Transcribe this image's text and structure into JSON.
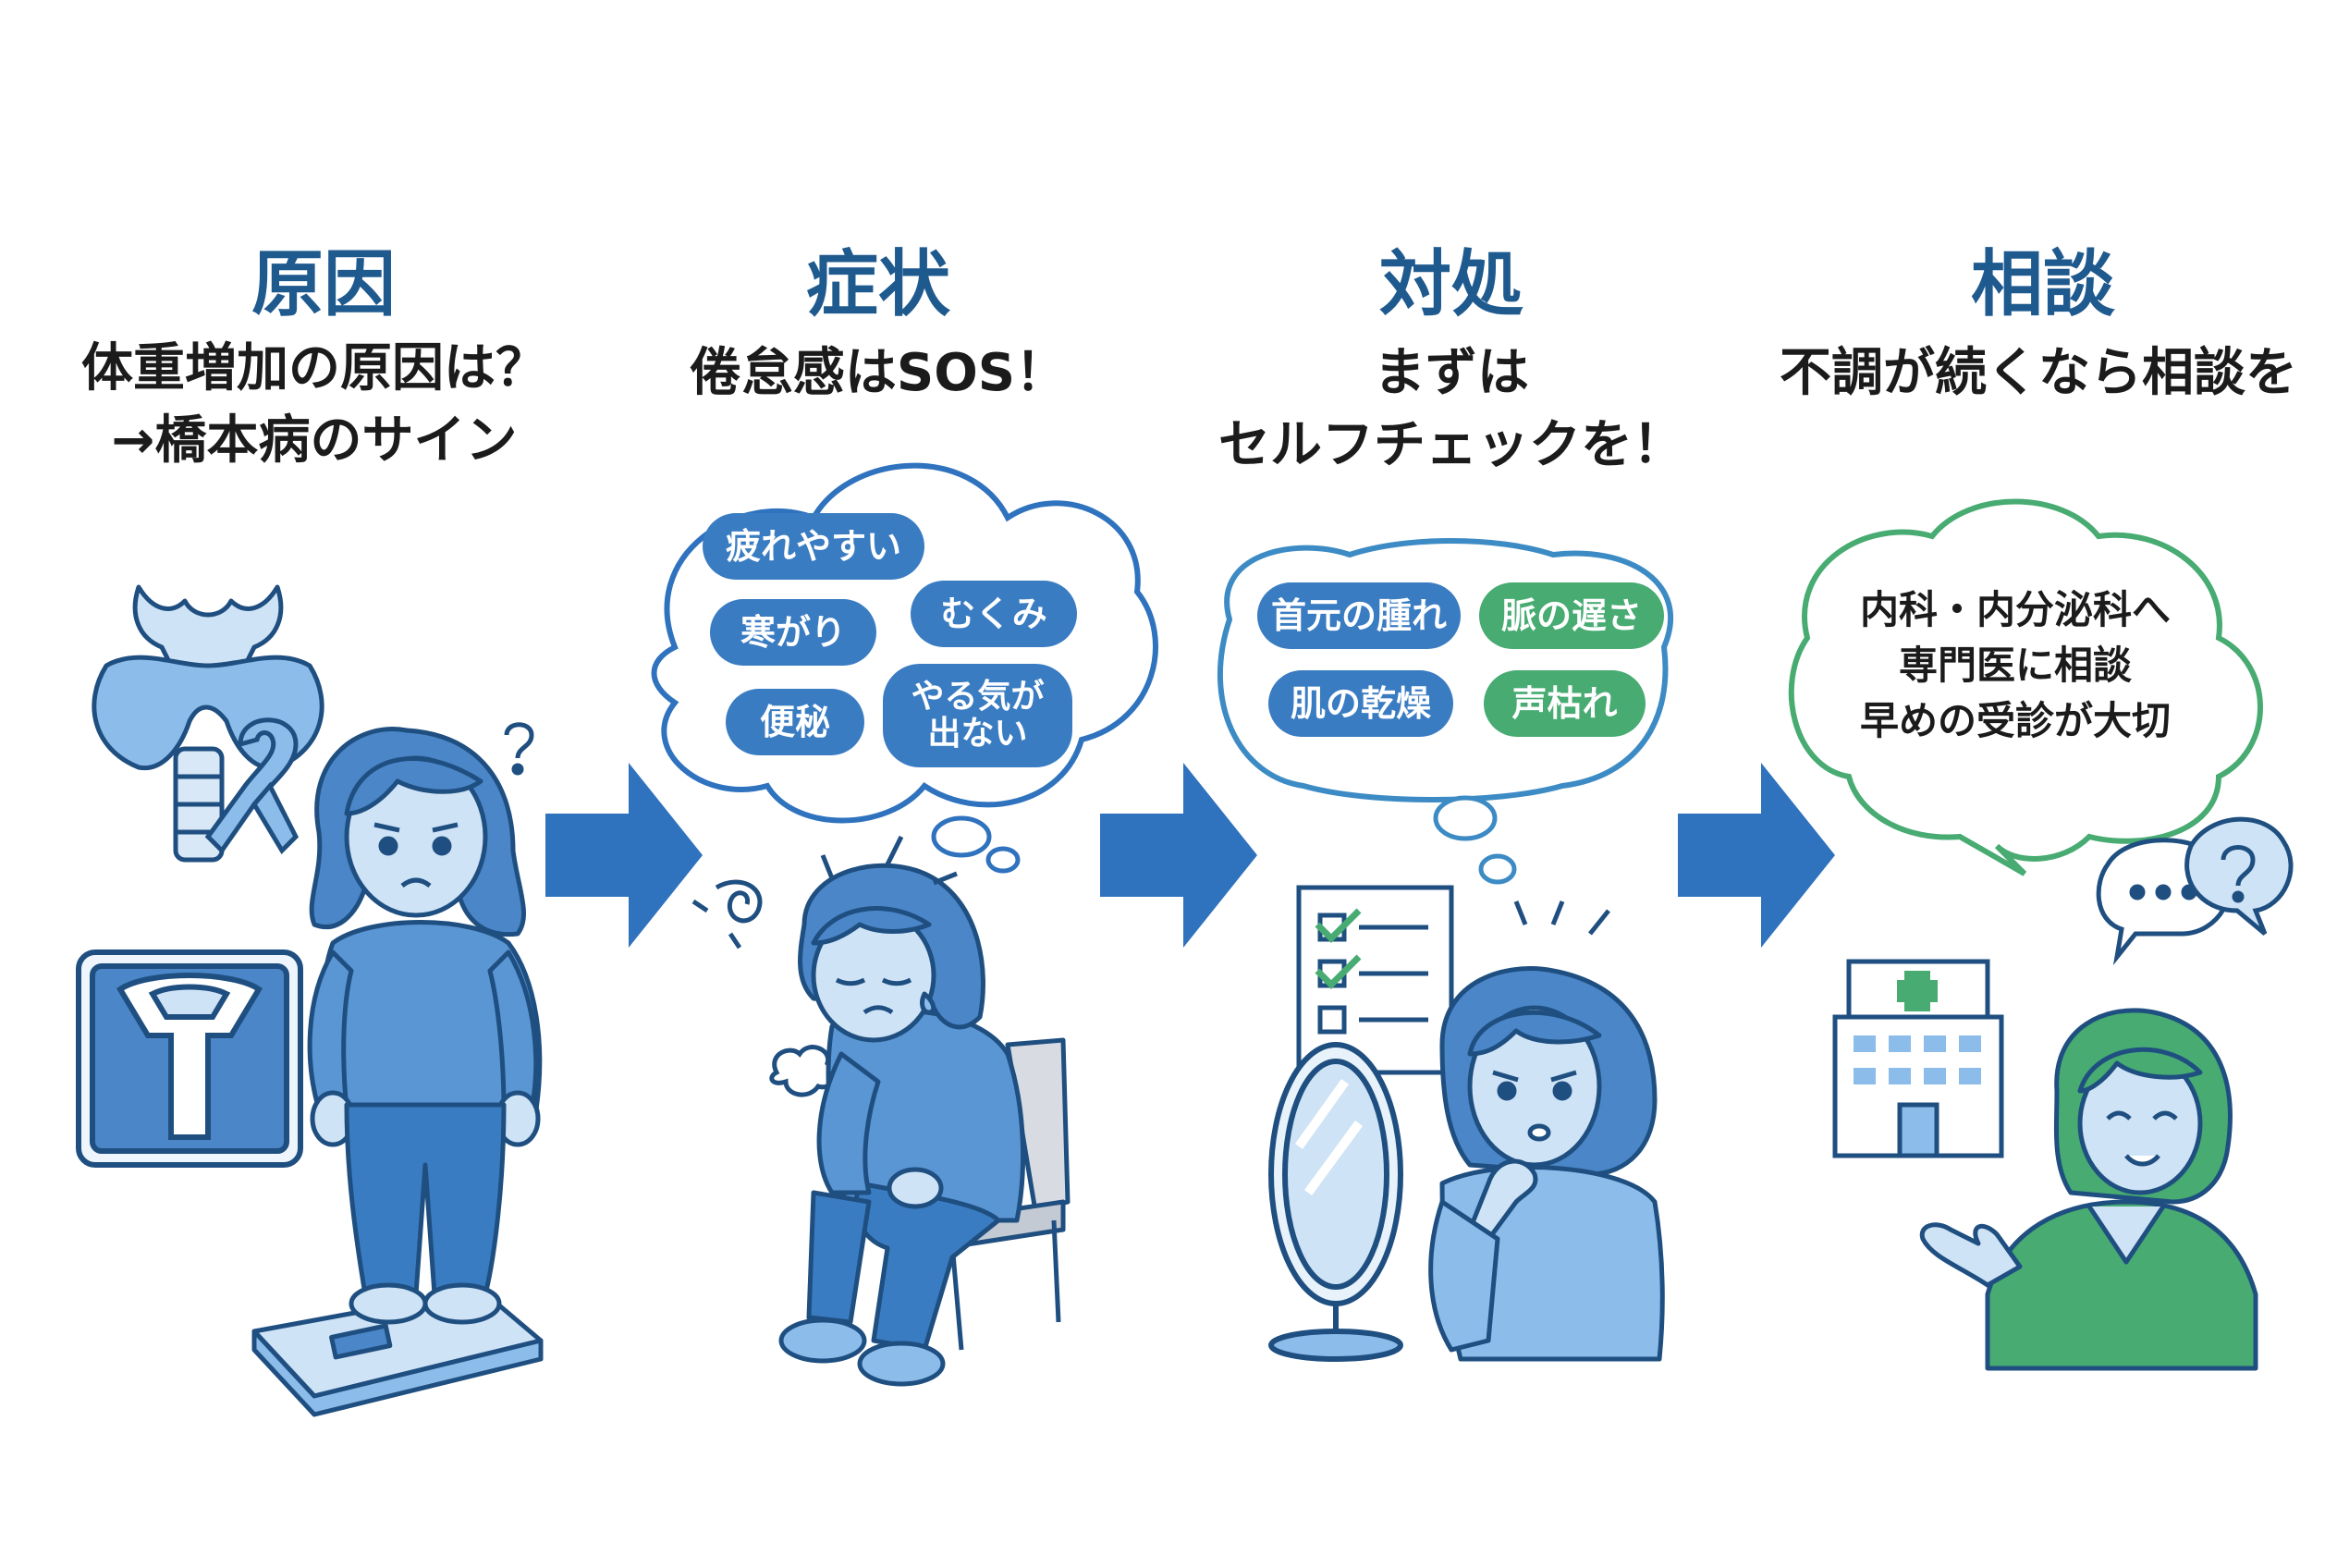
{
  "steps": [
    {
      "title": "原因",
      "subtitle": [
        "体重増加の原因は？",
        "→橋本病のサイン"
      ]
    },
    {
      "title": "症状",
      "subtitle": [
        "倦怠感はSOS！"
      ],
      "symptoms": [
        "疲れやすい",
        "寒がり",
        "むくみ",
        "便秘",
        "やる気が",
        "出ない"
      ]
    },
    {
      "title": "対処",
      "subtitle": [
        "まずは",
        "セルフチェックを！"
      ],
      "checks": [
        "首元の腫れ",
        "脈の遅さ",
        "肌の乾燥",
        "声枯れ"
      ]
    },
    {
      "title": "相談",
      "subtitle": [
        "不調が続くなら相談を"
      ],
      "advice": [
        "内科・内分泌科へ",
        "専門医に相談",
        "早めの受診が大切"
      ]
    }
  ],
  "colors": {
    "title": "#1f5a8f",
    "blue": "#3a7cc2",
    "green": "#47ab72",
    "arrow": "#2f72be",
    "light_blue": "#8cbcea"
  }
}
